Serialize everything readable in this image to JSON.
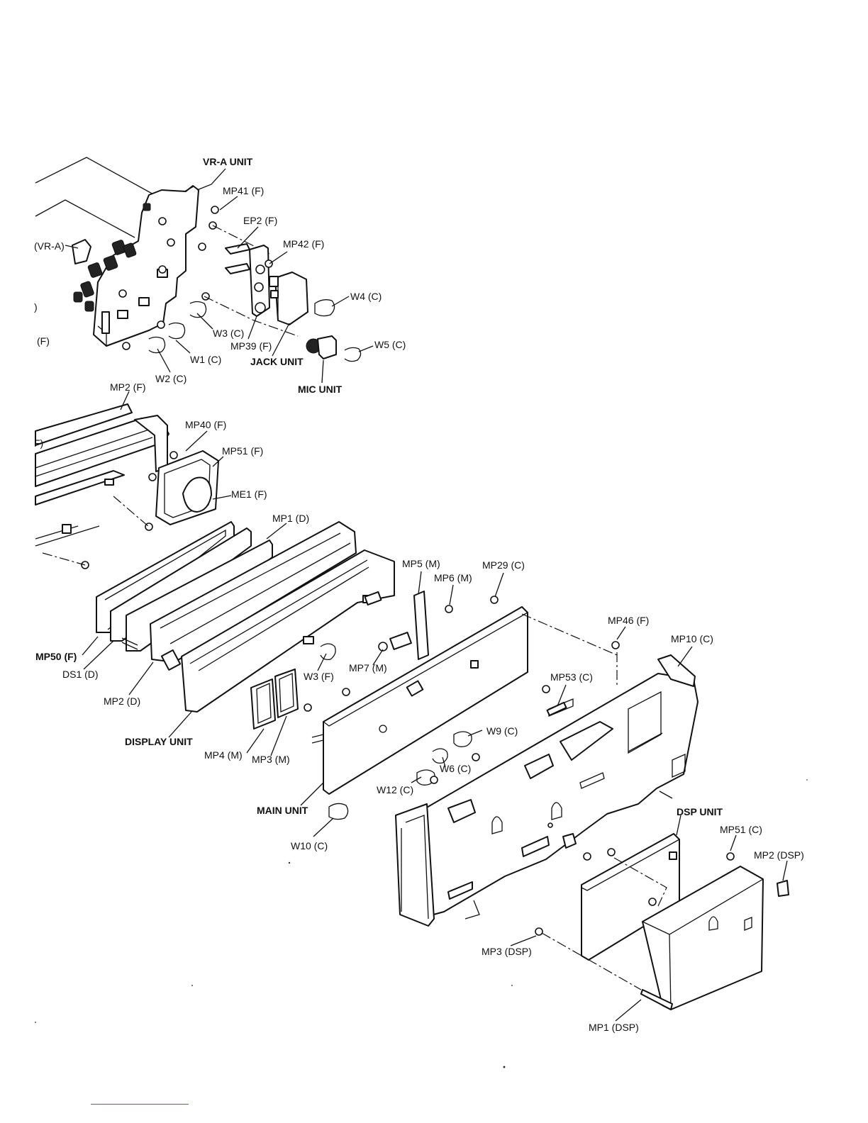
{
  "labels": {
    "vra_unit": "VR-A UNIT",
    "mp41": "MP41 (F)",
    "ep2": "EP2 (F)",
    "vra_cut": "(VR-A)",
    "mp42": "MP42 (F)",
    "w4": "W4 (C)",
    "left_paren": ")",
    "w3c": "W3 (C)",
    "mp39": "MP39 (F)",
    "w5": "W5 (C)",
    "f_cut": "(F)",
    "w1": "W1 (C)",
    "jack_unit": "JACK UNIT",
    "w2": "W2 (C)",
    "mp2f": "MP2 (F)",
    "mic_unit": "MIC UNIT",
    "f_cut2": "F)",
    "mp40": "MP40 (F)",
    "mp51f": "MP51 (F)",
    "me1": "ME1 (F)",
    "mp1d": "MP1 (D)",
    "mp5": "MP5 (M)",
    "mp29": "MP29 (C)",
    "mp6": "MP6 (M)",
    "mp46": "MP46 (F)",
    "mp10": "MP10 (C)",
    "mp50": "MP50 (F)",
    "ds1": "DS1 (D)",
    "w3f": "W3 (F)",
    "mp7": "MP7 (M)",
    "mp53": "MP53 (C)",
    "mp2d": "MP2 (D)",
    "display_unit": "DISPLAY UNIT",
    "w9": "W9 (C)",
    "mp4": "MP4 (M)",
    "mp3m": "MP3 (M)",
    "w6": "W6 (C)",
    "w12": "W12 (C)",
    "main_unit": "MAIN UNIT",
    "dsp_unit": "DSP UNIT",
    "mp51c": "MP51 (C)",
    "w10": "W10 (C)",
    "mp2dsp": "MP2 (DSP)",
    "mp3dsp": "MP3 (DSP)",
    "mp1dsp": "MP1 (DSP)"
  }
}
